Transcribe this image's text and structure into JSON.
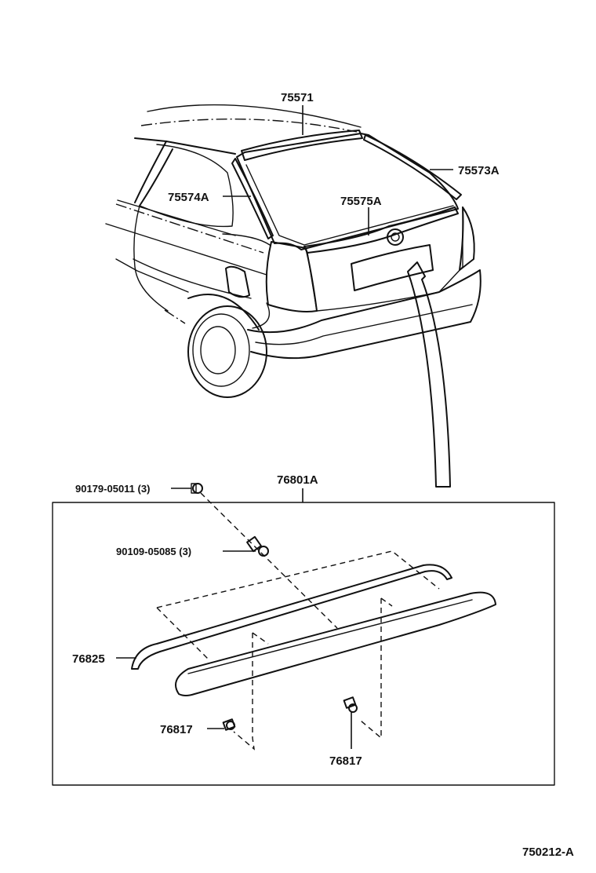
{
  "parts": {
    "p75571": "75571",
    "p75573A": "75573A",
    "p75574A": "75574A",
    "p75575A": "75575A",
    "p76801A": "76801A",
    "p90179": "90179-05011 (3)",
    "p90109": "90109-05085 (3)",
    "p76825": "76825",
    "p76817_left": "76817",
    "p76817_right": "76817"
  },
  "figure_code": "750212-A"
}
